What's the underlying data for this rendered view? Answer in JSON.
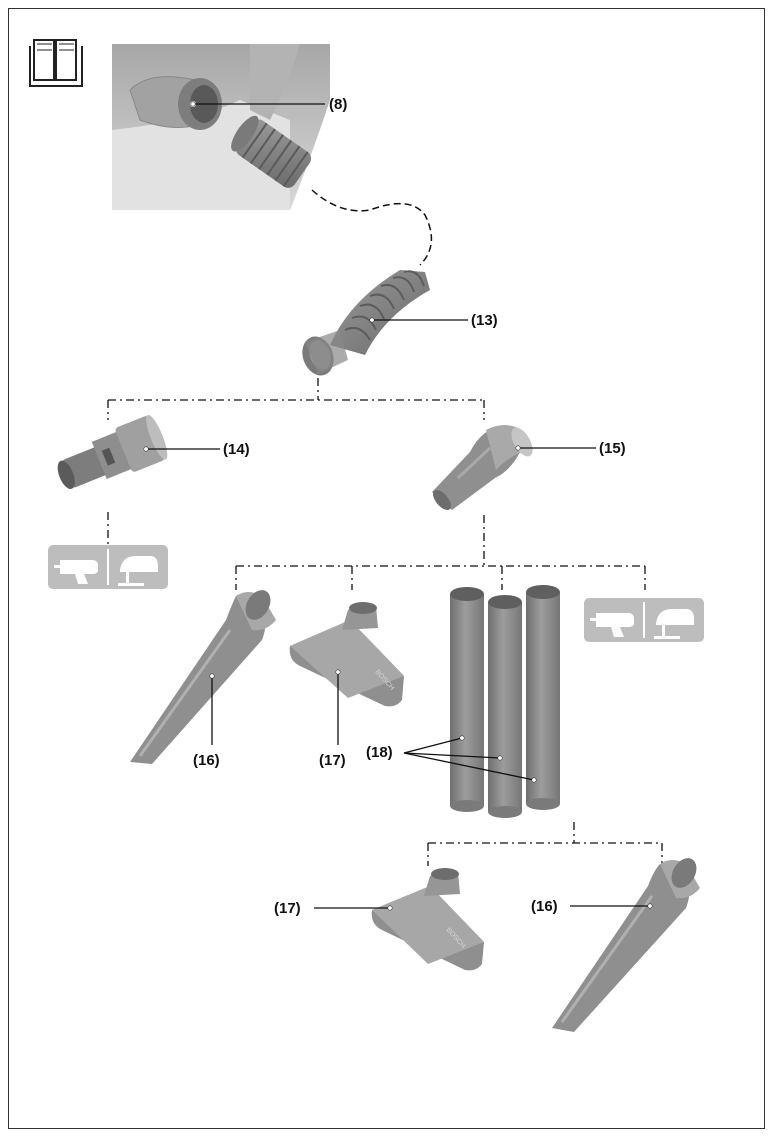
{
  "labels": {
    "l8": "(8)",
    "l13": "(13)",
    "l14": "(14)",
    "l15": "(15)",
    "l16a": "(16)",
    "l17a": "(17)",
    "l18": "(18)",
    "l17b": "(17)",
    "l16b": "(16)"
  },
  "brand_mark": "BOSCH",
  "colors": {
    "part": "#8f8f8f",
    "part_dark": "#6e6e6e",
    "part_light": "#b5b5b5",
    "photo_bg": "#c9c9c9",
    "icon_box": "#bdbdbd",
    "line": "#111111"
  },
  "icons": [
    "manual-book-icon",
    "drill-icon",
    "jigsaw-icon"
  ]
}
